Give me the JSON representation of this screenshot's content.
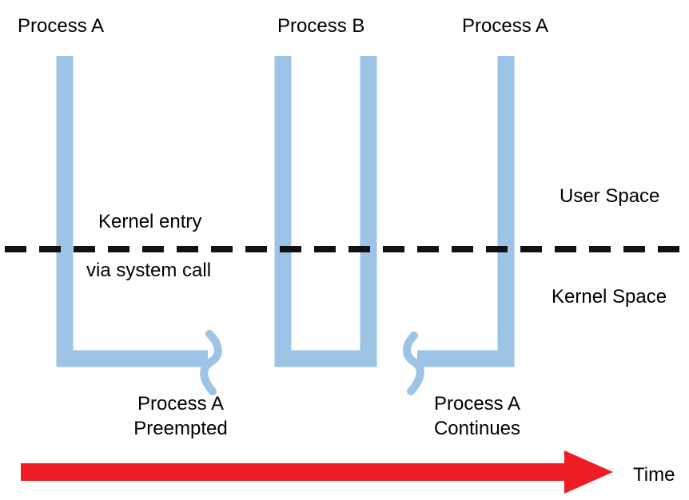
{
  "labels": {
    "process_a_left": "Process A",
    "process_b": "Process B",
    "process_a_right": "Process A",
    "user_space": "User Space",
    "kernel_space": "Kernel Space",
    "kernel_entry": "Kernel entry",
    "via_system_call": "via system call",
    "preempted_line1": "Process A",
    "preempted_line2": "Preempted",
    "continues_line1": "Process A",
    "continues_line2": "Continues",
    "time": "Time"
  },
  "colors": {
    "process_path": "#9dc3e6",
    "boundary_line": "#111111",
    "time_arrow": "#ee1c25",
    "text": "#000000"
  }
}
